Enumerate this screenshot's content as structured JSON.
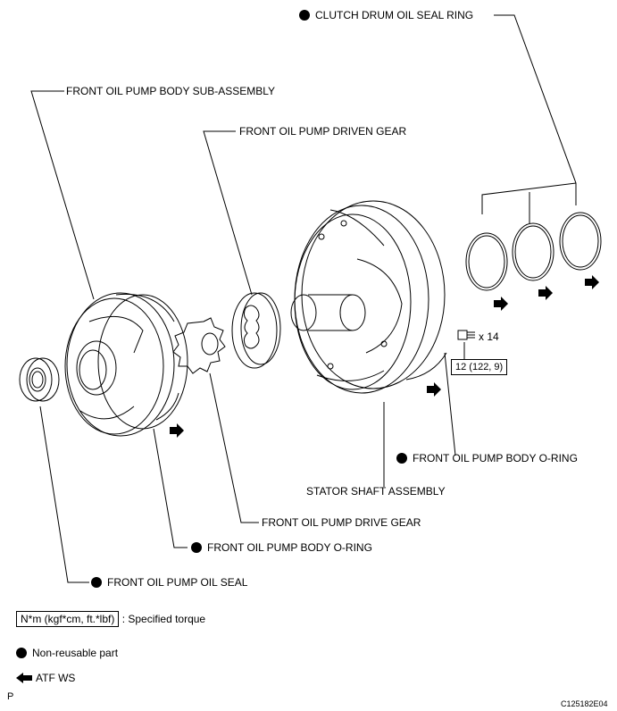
{
  "labels": {
    "clutch_drum_seal_ring": "CLUTCH DRUM OIL SEAL RING",
    "pump_body_subassy": "FRONT OIL PUMP BODY SUB-ASSEMBLY",
    "driven_gear": "FRONT OIL PUMP DRIVEN GEAR",
    "body_oring_right": "FRONT OIL PUMP BODY O-RING",
    "stator_shaft": "STATOR SHAFT ASSEMBLY",
    "drive_gear": "FRONT OIL PUMP DRIVE GEAR",
    "body_oring_left": "FRONT OIL PUMP BODY O-RING",
    "oil_seal": "FRONT OIL PUMP OIL SEAL"
  },
  "bolt": {
    "quantity": "x 14",
    "torque": "12 (122, 9)"
  },
  "legend": {
    "torque_units": "N*m (kgf*cm, ft.*lbf)",
    "torque_desc": ": Specified torque",
    "non_reusable": "Non-reusable part",
    "atf": "ATF WS"
  },
  "footer": {
    "left_mark": "P",
    "figure_code": "C125182E04"
  },
  "icons": {
    "non_reusable_marker": "filled-circle-icon",
    "atf_marker": "arrow-left-icon"
  }
}
